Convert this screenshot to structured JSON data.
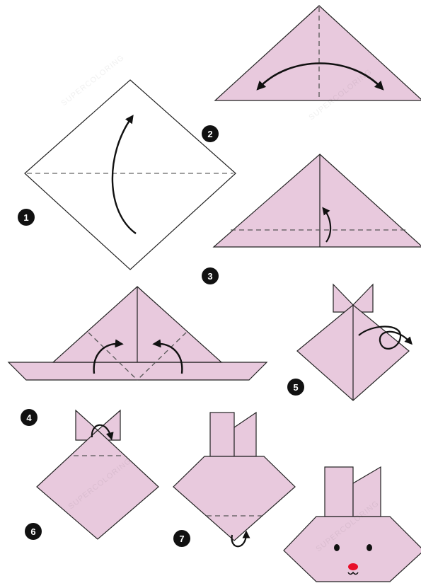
{
  "title": "",
  "colors": {
    "paper": "#e8c9dd",
    "paper_white": "#ffffff",
    "outline": "#222222",
    "fold_line": "#555555",
    "arrow": "#111111",
    "badge": "#111111",
    "nose": "#e8102a"
  },
  "steps": [
    {
      "number": "1"
    },
    {
      "number": "2"
    },
    {
      "number": "3"
    },
    {
      "number": "4"
    },
    {
      "number": "5"
    },
    {
      "number": "6"
    },
    {
      "number": "7"
    }
  ],
  "watermark": "SUPERCOLORING"
}
